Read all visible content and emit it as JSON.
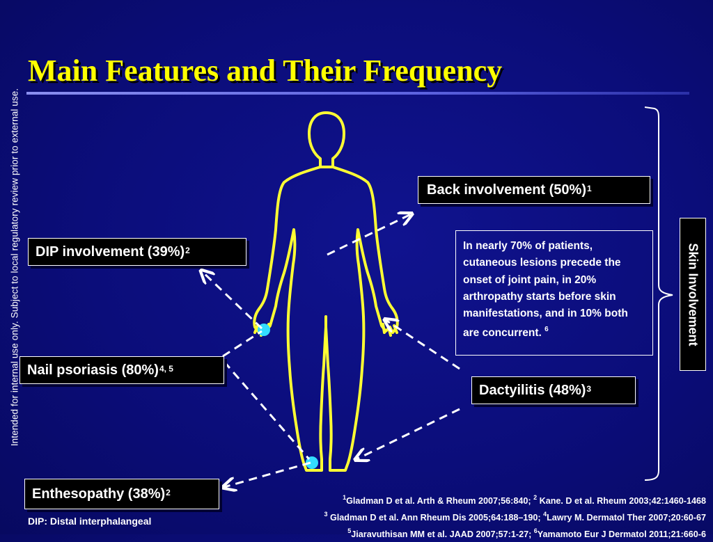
{
  "sidebar_note": "Intended for internal use only. Subject to local regulatory review prior to external use.",
  "title": "Main Features and Their Frequency",
  "labels": {
    "back": {
      "text": "Back involvement (50%)",
      "sup": "1"
    },
    "dip": {
      "text": "DIP involvement (39%)",
      "sup": "2"
    },
    "nail": {
      "text": "Nail psoriasis (80%)",
      "sup": "4, 5"
    },
    "dactylitis": {
      "text": "Dactyilitis (48%)",
      "sup": "3"
    },
    "enthesopathy": {
      "text": "Enthesopathy (38%)",
      "sup": "2"
    }
  },
  "info_text": "In nearly 70% of patients, cutaneous lesions precede the onset of joint pain, in 20% arthropathy starts before skin manifestations, and in 10% both are concurrent.",
  "info_sup": "6",
  "skin_label": "Skin Involvement",
  "references": [
    {
      "parts": [
        {
          "sup": "1"
        },
        {
          "text": "Gladman D  et al.  Arth & Rheum 2007;56:840; "
        },
        {
          "sup": "2"
        },
        {
          "text": " Kane. D et al. Rheum 2003;42:1460-1468"
        }
      ]
    },
    {
      "parts": [
        {
          "sup": "3"
        },
        {
          "text": " Gladman D et al. Ann Rheum Dis 2005;64:188–190; "
        },
        {
          "sup": "4"
        },
        {
          "text": "Lawry M. Dermatol Ther 2007;20:60-67"
        }
      ]
    },
    {
      "parts": [
        {
          "sup": "5"
        },
        {
          "text": "Jiaravuthisan MM et al. JAAD 2007;57:1-27; "
        },
        {
          "sup": "6"
        },
        {
          "text": "Yamamoto Eur J Dermatol 2011;21:660-6"
        }
      ]
    }
  ],
  "footnote": "DIP: Distal interphalangeal",
  "colors": {
    "background": "#0b0d7a",
    "title": "#ffff00",
    "body_outline": "#ffff33",
    "marker": "#33ddff",
    "arrow": "#ffffff"
  }
}
